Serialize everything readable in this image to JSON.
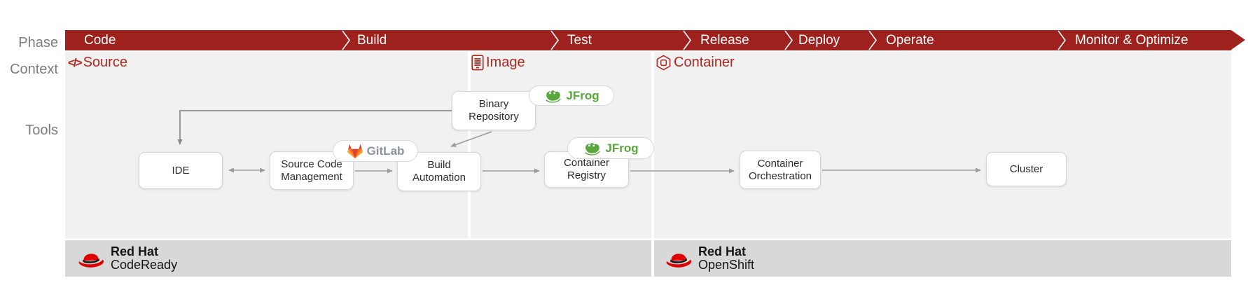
{
  "row_labels": {
    "phase": "Phase",
    "context": "Context",
    "tools": "Tools"
  },
  "phases": [
    {
      "label": "Code"
    },
    {
      "label": "Build"
    },
    {
      "label": "Test"
    },
    {
      "label": "Release"
    },
    {
      "label": "Deploy"
    },
    {
      "label": "Operate"
    },
    {
      "label": "Monitor & Optimize"
    }
  ],
  "contexts": [
    {
      "label": "Source",
      "icon": "code-icon"
    },
    {
      "label": "Image",
      "icon": "image-icon"
    },
    {
      "label": "Container",
      "icon": "container-icon"
    }
  ],
  "icons": {
    "code_glyph": "</>"
  },
  "tools": {
    "ide": "IDE",
    "source_code_management": "Source Code Management",
    "build_automation": "Build Automation",
    "binary_repository": "Binary Repository",
    "container_registry": "Container Registry",
    "container_orchestration": "Container Orchestration",
    "cluster": "Cluster"
  },
  "vendors": {
    "gitlab": "GitLab",
    "jfrog": "JFrog"
  },
  "products": {
    "left": {
      "brand": "Red Hat",
      "name": "CodeReady"
    },
    "right": {
      "brand": "Red Hat",
      "name": "OpenShift"
    }
  },
  "colors": {
    "phase_bar": "#9e211d",
    "context_text": "#b0271f",
    "jfrog_green": "#58a83e",
    "gitlab_gray": "#8a929e",
    "gitlab_orange": "#fc6d26",
    "redhat_red": "#e00000",
    "arrow_gray": "#9c9c9c",
    "section_bg": "#f2f1f1",
    "bottom_bar_bg": "#d9d8d8"
  }
}
